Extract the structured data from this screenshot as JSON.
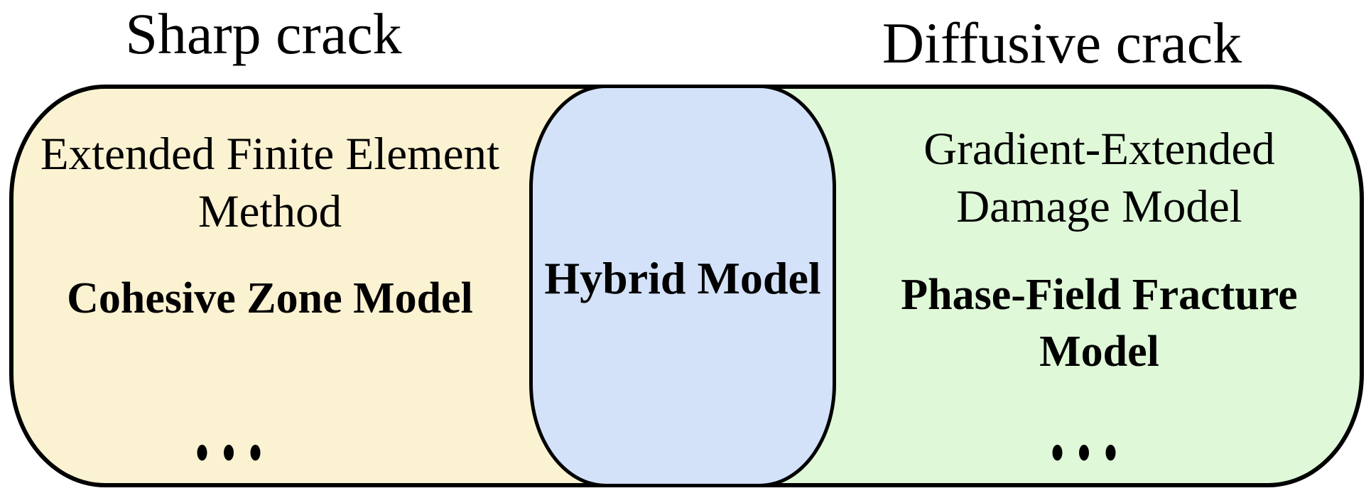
{
  "titles": {
    "left": "Sharp crack",
    "right": "Diffusive crack"
  },
  "left_region": {
    "method_lines": [
      "Extended Finite Element",
      "Method"
    ],
    "model": "Cohesive Zone Model",
    "ellipsis": "..."
  },
  "overlap_region": {
    "model": "Hybrid Model"
  },
  "right_region": {
    "method_lines": [
      "Gradient-Extended",
      "Damage Model"
    ],
    "model_lines": [
      "Phase-Field Fracture",
      "Model"
    ],
    "ellipsis": "..."
  },
  "colors": {
    "background": "#FFFFFF",
    "outline": "#000000",
    "text": "#000000",
    "sharp_fill": "#FBF2D1",
    "hybrid_fill": "#D3E2F9",
    "diffusive_fill": "#DFF9D8"
  }
}
